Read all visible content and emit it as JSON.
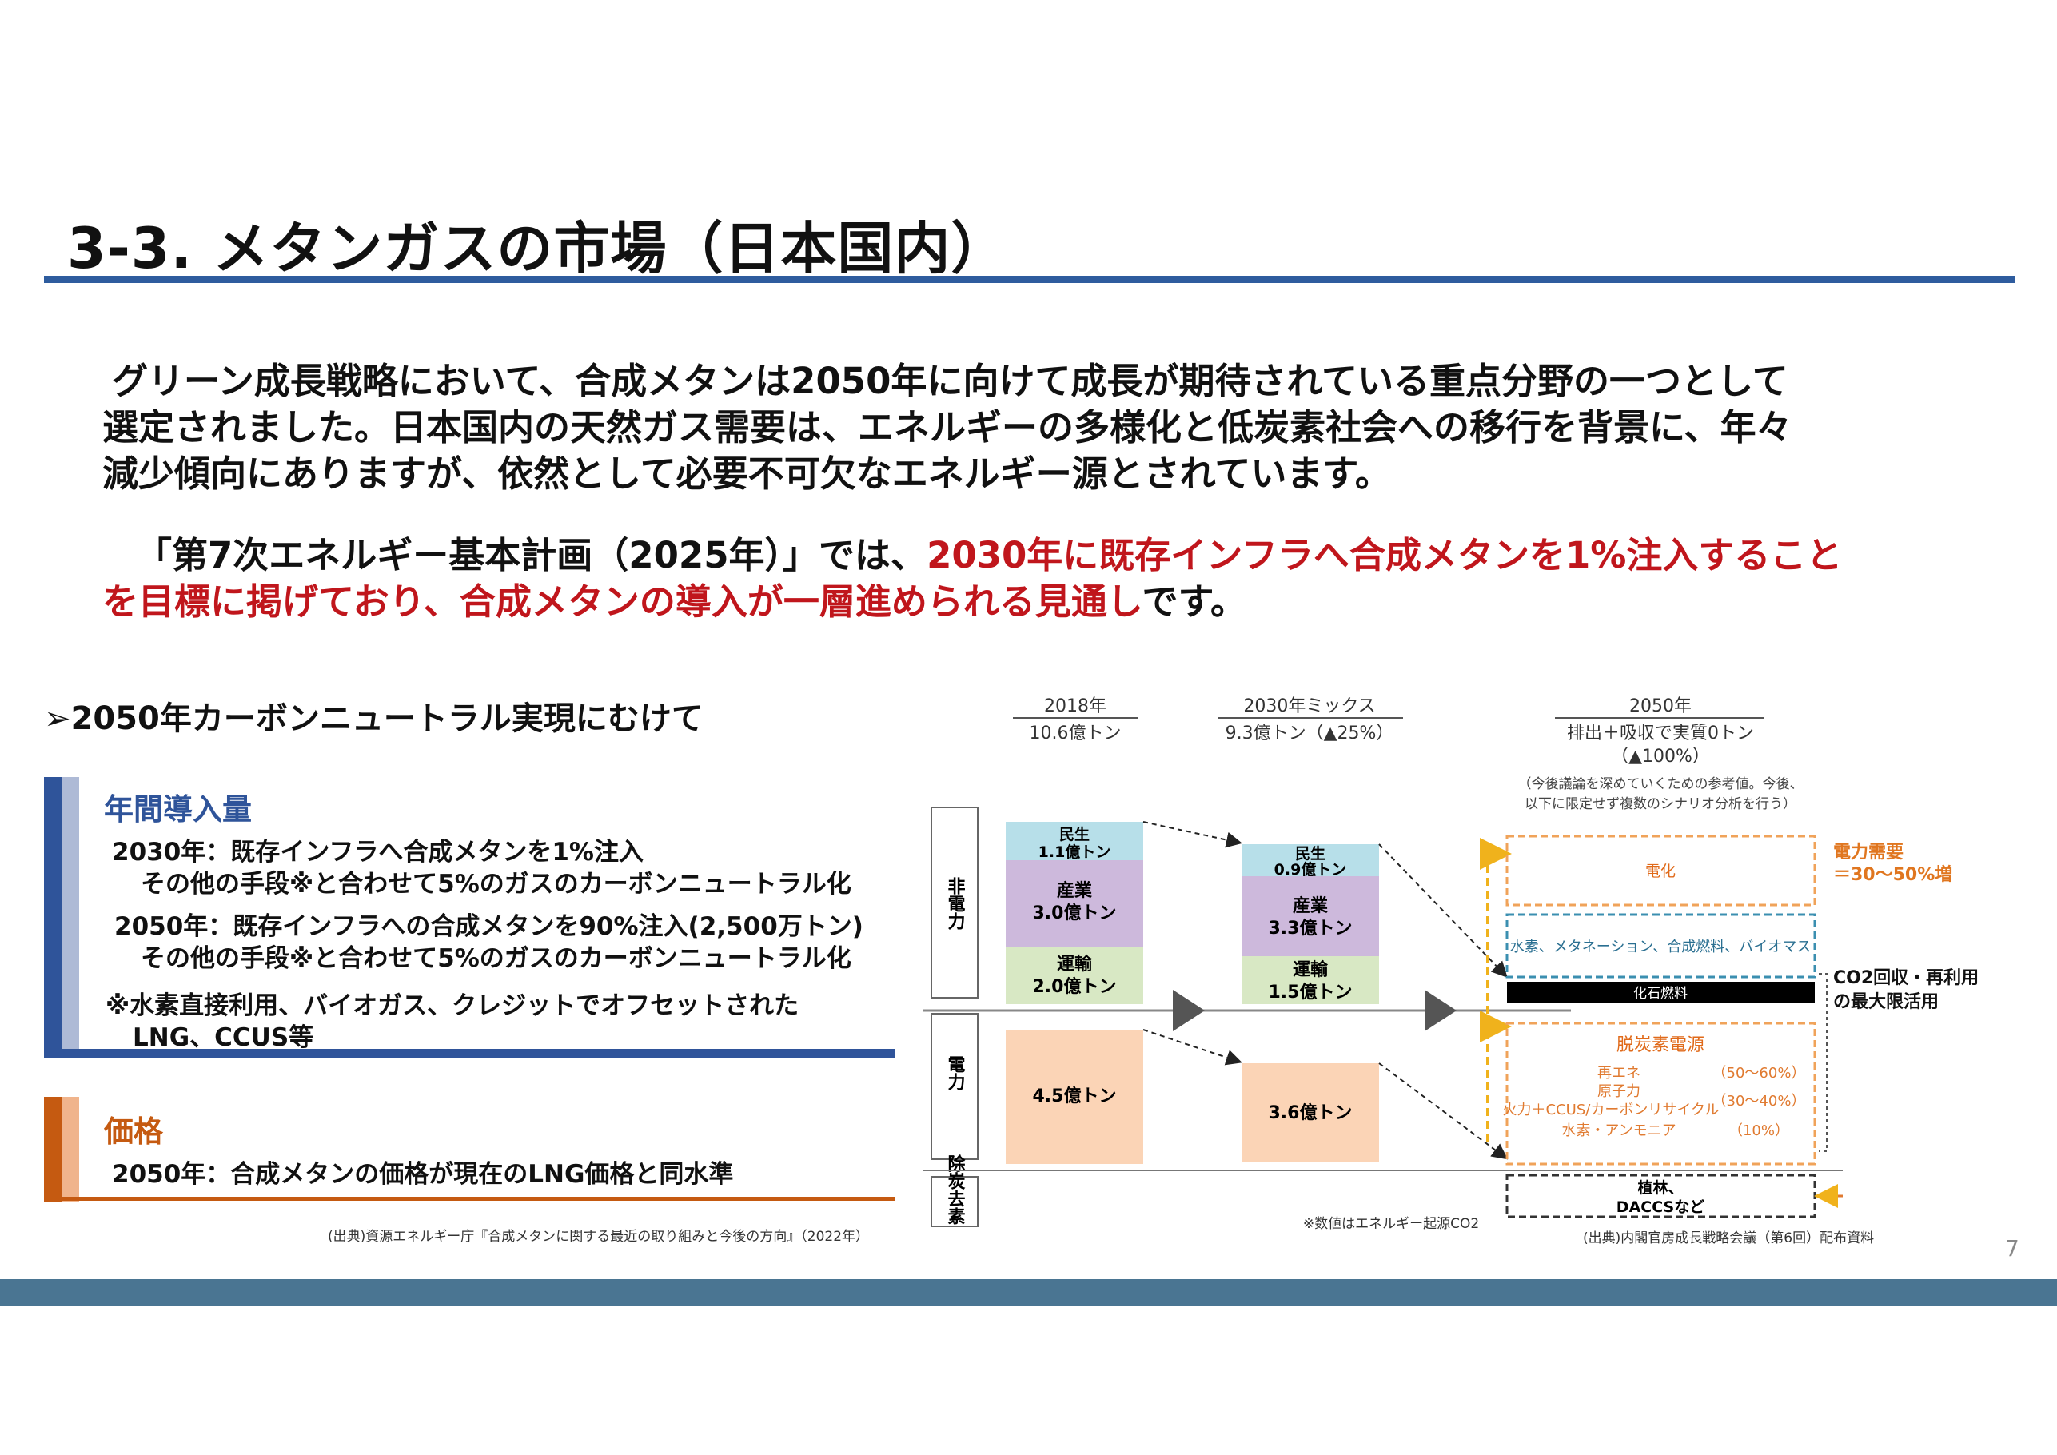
{
  "title": "3-3. メタンガスの市場（日本国内）",
  "para1": {
    "line1": "グリーン成長戦略において、合成メタンは2050年に向けて成長が期待されている重点分野の一つとして",
    "line2": "選定されました。日本国内の天然ガス需要は、エネルギーの多様化と低炭素社会への移行を背景に、年々",
    "line3": "減少傾向にありますが、依然として必要不可欠なエネルギー源とされています。"
  },
  "para2": {
    "prefix": "「第7次エネルギー基本計画（2025年）」では、",
    "red1": "2030年に既存インフラへ合成メタンを1%注入すること",
    "red2": "を目標に掲げており、合成メタンの導入が一層進められる見通し",
    "suffix": "です。"
  },
  "bullet_heading": "➢2050年カーボンニュートラル実現にむけて",
  "box_annual": {
    "title": "年間導入量",
    "line1": "2030年：既存インフラへ合成メタンを1%注入",
    "line2": "その他の手段※と合わせて5%のガスのカーボンニュートラル化",
    "line3": "2050年：既存インフラへの合成メタンを90%注入(2,500万トン)",
    "line4": "その他の手段※と合わせて5%のガスのカーボンニュートラル化",
    "note1": "※水素直接利用、バイオガス、クレジットでオフセットされた",
    "note2": "LNG、CCUS等"
  },
  "box_price": {
    "title": "価格",
    "line1": "2050年：合成メタンの価格が現在のLNG価格と同水準"
  },
  "source_left": "(出典)資源エネルギー庁『合成メタンに関する最近の取り組みと今後の方向』（2022年）",
  "source_right": "(出典)内閣官房成長戦略会議（第6回）配布資料",
  "page_number": "7",
  "diagram": {
    "col2018_year": "2018年",
    "col2018_total": "10.6億トン",
    "col2030_year": "2030年ミックス",
    "col2030_total": "9.3億トン（▲25%）",
    "col2050_year": "2050年",
    "col2050_total1": "排出＋吸収で実質0トン",
    "col2050_total2": "（▲100%）",
    "col2050_note1": "（今後議論を深めていくための参考値。今後、",
    "col2050_note2": "以下に限定せず複数のシナリオ分析を行う）",
    "row_nonpower": "非電力",
    "row_power": "電力",
    "row_removal": "除炭去素",
    "b2018_minsei": "民生",
    "b2018_minsei_val": "1.1億トン",
    "b2018_sangyo": "産業",
    "b2018_sangyo_val": "3.0億トン",
    "b2018_unyu": "運輸",
    "b2018_unyu_val": "2.0億トン",
    "b2018_power_val": "4.5億トン",
    "b2030_minsei": "民生",
    "b2030_minsei_val": "0.9億トン",
    "b2030_sangyo": "産業",
    "b2030_sangyo_val": "3.3億トン",
    "b2030_unyu": "運輸",
    "b2030_unyu_val": "1.5億トン",
    "b2030_power_val": "3.6億トン",
    "denka": "電化",
    "demand_label1": "電力需要",
    "demand_label2": "＝30～50%増",
    "hydrogen_box": "水素、メタネーション、合成燃料、バイオマス",
    "fossil": "化石燃料",
    "co2_label1": "CO2回収・再利用",
    "co2_label2": "の最大限活用",
    "decarb_title": "脱炭素電源",
    "renew": "再エネ",
    "renew_pct": "（50～60%）",
    "nuclear": "原子力",
    "nuclear_thermal_pct": "（30～40%）",
    "thermal": "火力＋CCUS/カーボンリサイクル",
    "h2_ammonia": "水素・アンモニア",
    "h2_pct": "（10%）",
    "forest1": "植林、",
    "forest2": "DACCSなど",
    "footnote": "※数値はエネルギー起源CO2"
  },
  "colors": {
    "title_rule": "#2e5c9e",
    "accent_red": "#c0161c",
    "box_blue": "#2f549a",
    "box_orange": "#c55a11",
    "footer_band": "#4a7592",
    "minsei": "#b7dfe9",
    "sangyo": "#cdb9dc",
    "unyu": "#d8e8c4",
    "power": "#fbd4b6"
  }
}
